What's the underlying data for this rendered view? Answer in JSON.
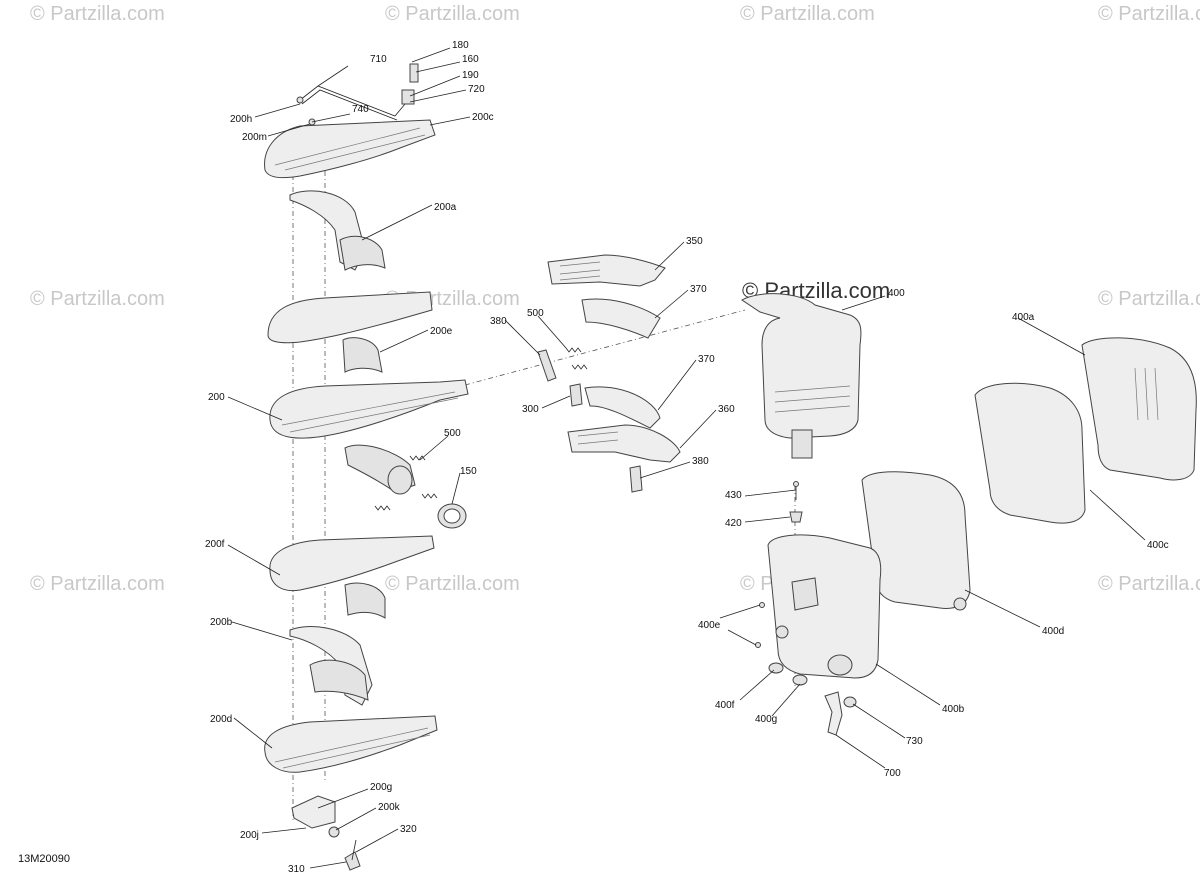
{
  "watermark": {
    "text": "© Partzilla.com",
    "color": "#c8c8c8"
  },
  "diagram_code": "13M20090",
  "callouts": [
    "710",
    "180",
    "160",
    "190",
    "720",
    "740",
    "200h",
    "200m",
    "200c",
    "200a",
    "350",
    "370",
    "400",
    "400a",
    "380",
    "500",
    "200e",
    "200",
    "370",
    "300",
    "360",
    "380",
    "500",
    "150",
    "430",
    "420",
    "400c",
    "200f",
    "400e",
    "400d",
    "200b",
    "400f",
    "400g",
    "400b",
    "730",
    "200d",
    "700",
    "200g",
    "200k",
    "320",
    "200j",
    "310"
  ]
}
